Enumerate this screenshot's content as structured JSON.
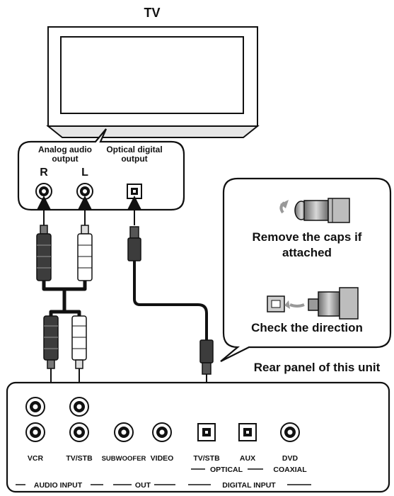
{
  "tv": {
    "title": "TV"
  },
  "tv_panel": {
    "analog_label_line1": "Analog audio",
    "analog_label_line2": "output",
    "optical_label_line1": "Optical digital",
    "optical_label_line2": "output",
    "right_channel": "R",
    "left_channel": "L"
  },
  "callout": {
    "caps_line1": "Remove the caps if",
    "caps_line2": "attached",
    "direction": "Check the direction"
  },
  "rear_panel": {
    "title": "Rear panel of this unit",
    "jack_labels": [
      "VCR",
      "TV/STB",
      "SUBWOOFER",
      "VIDEO",
      "TV/STB",
      "AUX",
      "DVD"
    ],
    "coaxial": "COAXIAL",
    "optical_group": "OPTICAL",
    "group_audio_input": "AUDIO INPUT",
    "group_out": "OUT",
    "group_digital_input": "DIGITAL INPUT"
  }
}
